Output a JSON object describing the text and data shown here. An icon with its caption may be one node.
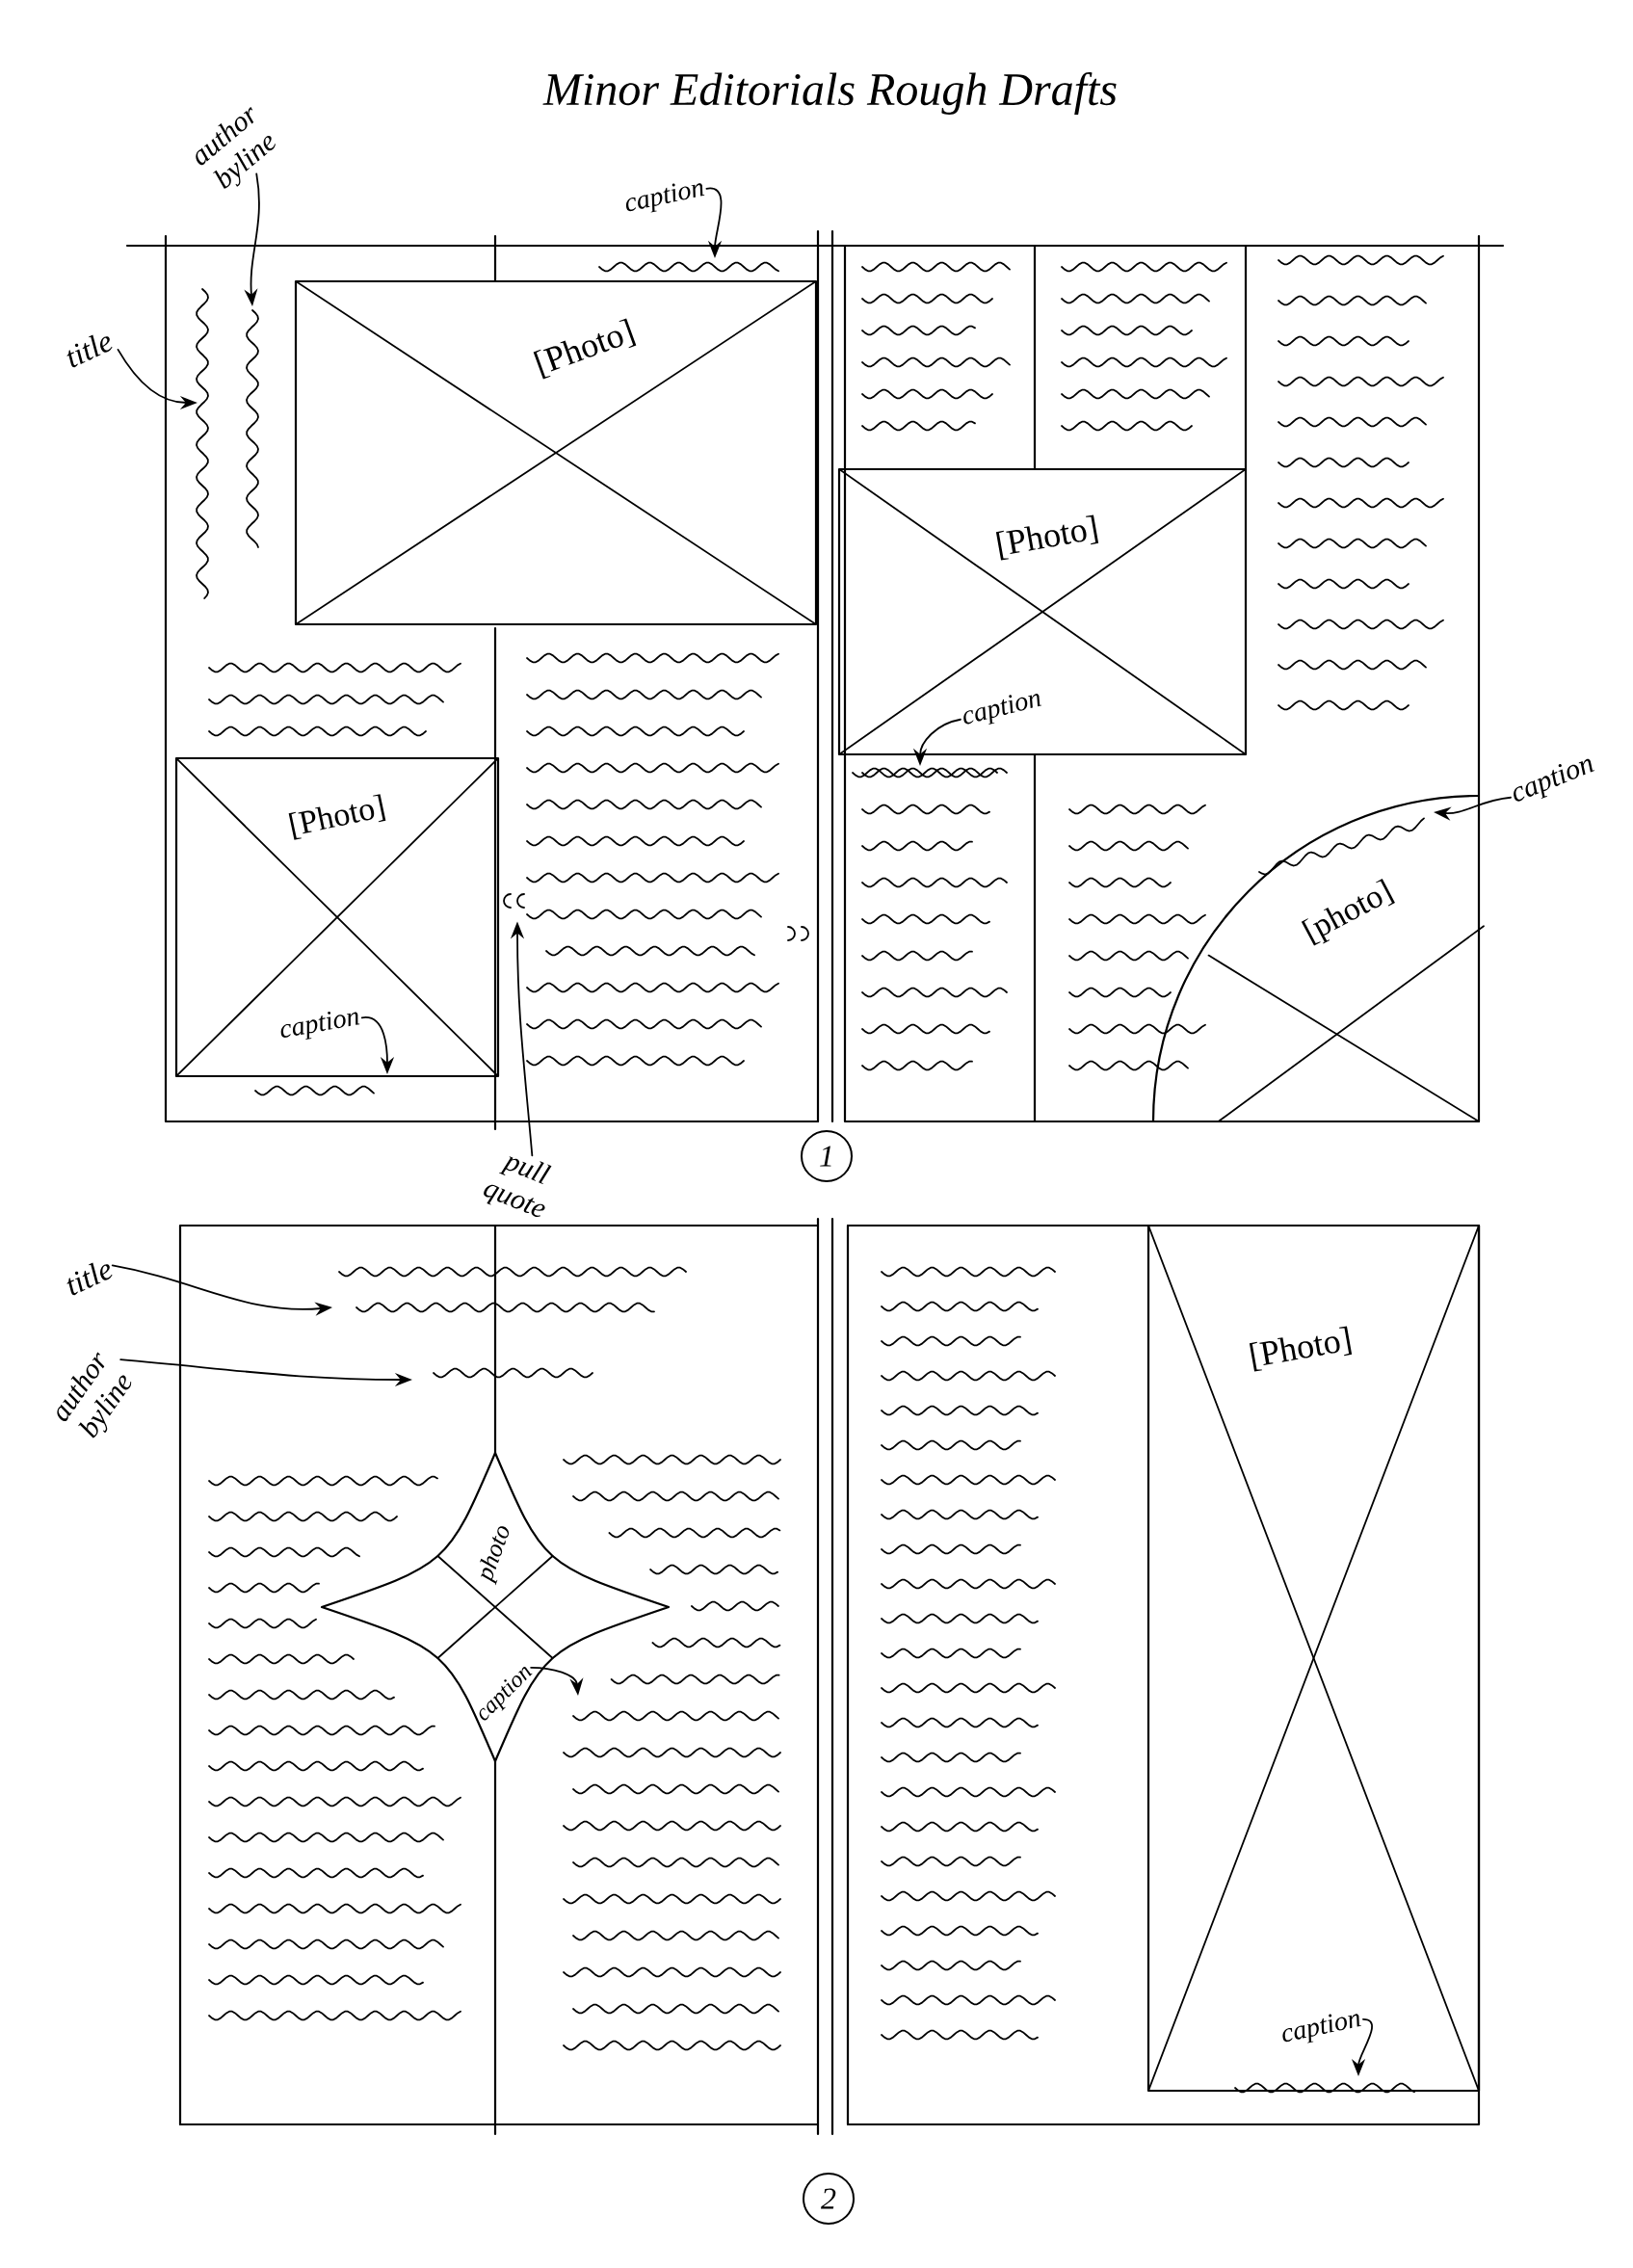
{
  "diagram": {
    "title": "Minor Editorials Rough Drafts",
    "nodes": [
      {
        "text": [
          "title"
        ]
      },
      {
        "text": [
          "author byline"
        ]
      },
      {
        "text": [
          "caption"
        ]
      },
      {
        "text": [
          "[Photo]"
        ]
      },
      {
        "text": [
          "[Photo]"
        ]
      },
      {
        "text": [
          "caption"
        ],
        "in": 4
      },
      {
        "text": [
          "caption"
        ]
      },
      {
        "text": [
          "[Photo]"
        ]
      },
      {
        "text": [
          "caption"
        ],
        "in": 7
      },
      {
        "text": [
          "[photo]"
        ]
      },
      {
        "text": [
          "pull quote"
        ]
      },
      {
        "text": [
          "1"
        ]
      },
      {
        "text": [
          "title"
        ]
      },
      {
        "text": [
          "author byline"
        ]
      },
      {
        "text": [
          "photo"
        ]
      },
      {
        "text": [
          "caption"
        ],
        "in": 14
      },
      {
        "text": [
          "[Photo]"
        ]
      },
      {
        "text": [
          "caption"
        ],
        "in": 16
      },
      {
        "text": [
          "2"
        ]
      },
      {
        "text": [],
        "shape": "quote-mark"
      }
    ],
    "edges": [
      {
        "from": 0,
        "to": null,
        "arrow": "to"
      },
      {
        "from": 1,
        "to": null,
        "arrow": "to"
      },
      {
        "from": 2,
        "to": null,
        "arrow": "to"
      },
      {
        "from": 5,
        "to": null,
        "arrow": "to"
      },
      {
        "from": 6,
        "to": 9,
        "arrow": "to"
      },
      {
        "from": 8,
        "to": null,
        "arrow": "to"
      },
      {
        "from": 10,
        "to": 19,
        "arrow": "to"
      },
      {
        "from": 12,
        "to": null,
        "arrow": "to"
      },
      {
        "from": 13,
        "to": null,
        "arrow": "to"
      },
      {
        "from": 15,
        "to": null,
        "arrow": "to"
      },
      {
        "from": 17,
        "to": null,
        "arrow": "to"
      }
    ]
  }
}
